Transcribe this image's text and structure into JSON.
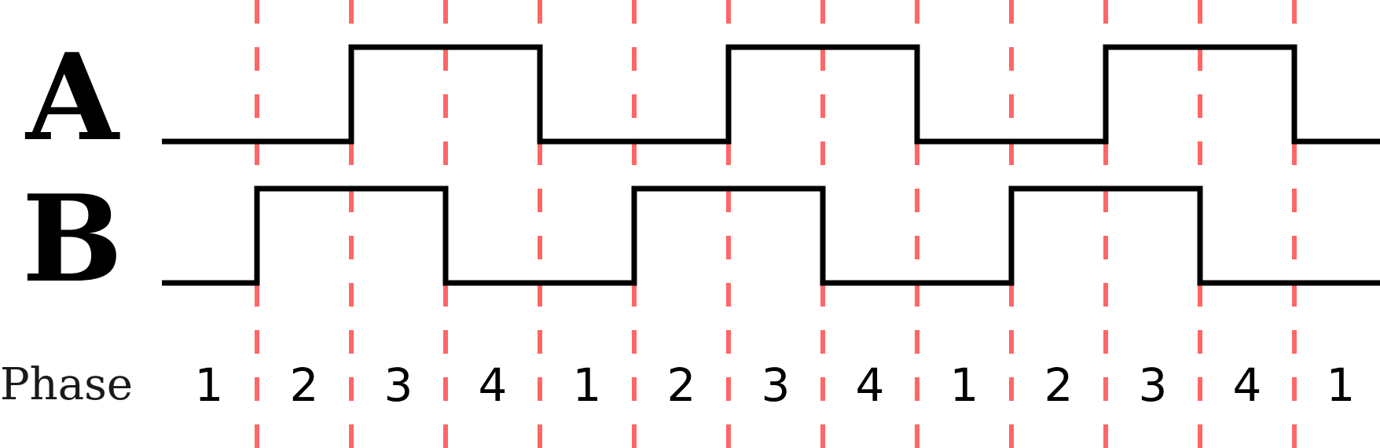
{
  "signals": [
    {
      "label": "A",
      "levels": [
        0,
        0,
        1,
        1,
        0,
        0,
        1,
        1,
        0,
        0,
        1,
        1,
        0
      ]
    },
    {
      "label": "B",
      "levels": [
        0,
        1,
        1,
        0,
        0,
        1,
        1,
        0,
        0,
        1,
        1,
        0,
        0
      ]
    }
  ],
  "phase_heading": "Phase",
  "phases": [
    "1",
    "2",
    "3",
    "4",
    "1",
    "2",
    "3",
    "4",
    "1",
    "2",
    "3",
    "4",
    "1"
  ],
  "colors": {
    "signal": "#000000",
    "divider": "#ff6666"
  }
}
